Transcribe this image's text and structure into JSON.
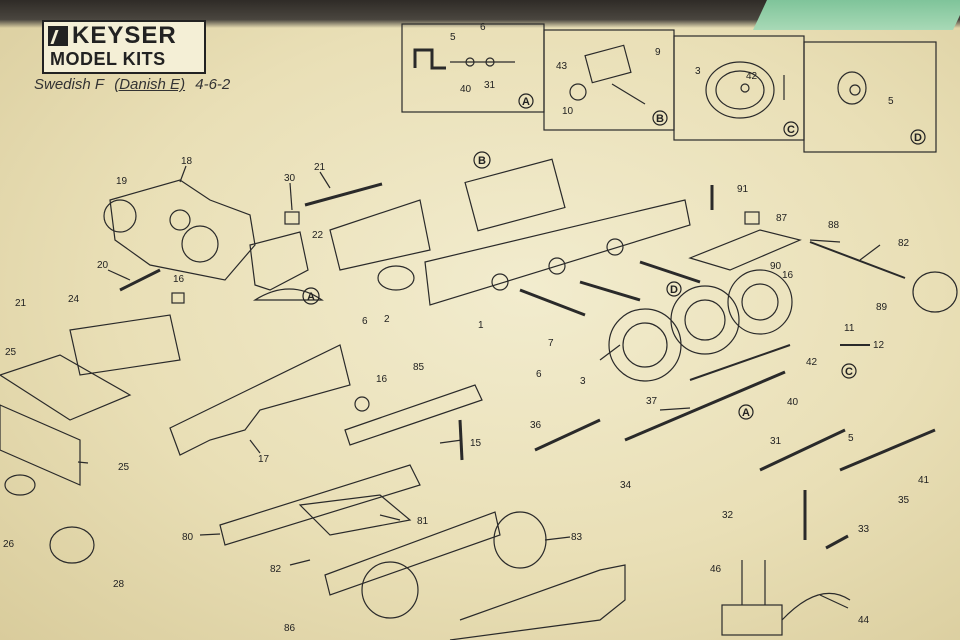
{
  "brand": {
    "line1": "KEYSER",
    "line2": "MODEL KITS"
  },
  "title": {
    "part1": "Swedish F",
    "part2": "(Danish E)",
    "part3": "4-6-2"
  },
  "insets": [
    "A",
    "B",
    "C",
    "D"
  ],
  "part_labels": {
    "p1": "1",
    "p2": "2",
    "p3": "3",
    "p5": "5",
    "p6": "6",
    "p7": "7",
    "p9": "9",
    "p10": "10",
    "p11": "11",
    "p12": "12",
    "p15": "15",
    "p16": "16",
    "p17": "17",
    "p18": "18",
    "p19": "19",
    "p20": "20",
    "p21": "21",
    "p22": "22",
    "p24": "24",
    "p25": "25",
    "p26": "26",
    "p28": "28",
    "p30": "30",
    "p31": "31",
    "p32": "32",
    "p33": "33",
    "p34": "34",
    "p35": "35",
    "p36": "36",
    "p37": "37",
    "p40": "40",
    "p41": "41",
    "p42": "42",
    "p43": "43",
    "p44": "44",
    "p46": "46",
    "p80": "80",
    "p81": "81",
    "p82": "82",
    "p83": "83",
    "p85": "85",
    "p86": "86",
    "p87": "87",
    "p88": "88",
    "p89": "89",
    "p90": "90",
    "p91": "91"
  }
}
